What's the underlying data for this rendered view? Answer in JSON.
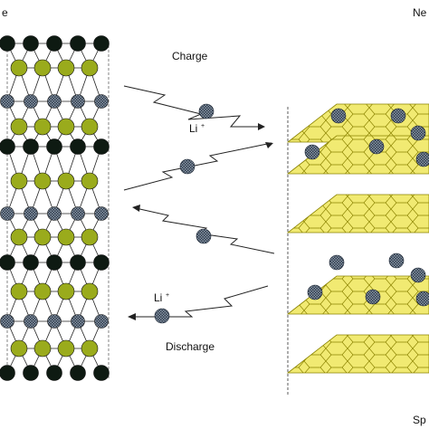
{
  "labels": {
    "top_left": "e",
    "top_right": "Ne",
    "bottom_right": "Sp",
    "charge": "Charge",
    "discharge": "Discharge",
    "li_ion_top": "Li",
    "li_ion_bottom": "Li",
    "li_charge_sign": "+"
  },
  "colors": {
    "li_ion": "#3a4656",
    "transition_metal": "#9aab1c",
    "oxygen": "#0e1a12",
    "graphene_sheet": "#f1ea72",
    "graphene_edge": "#8a8200"
  }
}
